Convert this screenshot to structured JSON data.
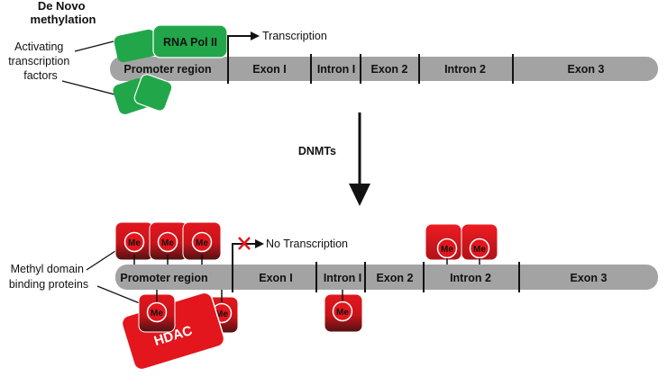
{
  "title": "De Novo\nmethylation",
  "top": {
    "activating_label": [
      "Activating",
      "transcription",
      "factors"
    ],
    "rna_pol_label": "RNA Pol II",
    "transcription_label": "Transcription",
    "segments": [
      "Promoter region",
      "Exon I",
      "Intron I",
      "Exon 2",
      "Intron 2",
      "Exon 3"
    ]
  },
  "arrow_label": "DNMTs",
  "bottom": {
    "no_transcription_label": "No Transcription",
    "methyl_label": [
      "Methyl domain",
      "binding proteins"
    ],
    "me_label": "Me",
    "hdac_label": "HDAC",
    "segments": [
      "Promoter region",
      "Exon I",
      "Intron I",
      "Exon 2",
      "Intron 2",
      "Exon 3"
    ]
  },
  "colors": {
    "dna": "#a3a3a3",
    "green": "#22a64a",
    "red": "#e3161d",
    "dark_red": "#5a1315",
    "x_mark": "#e3161d"
  }
}
